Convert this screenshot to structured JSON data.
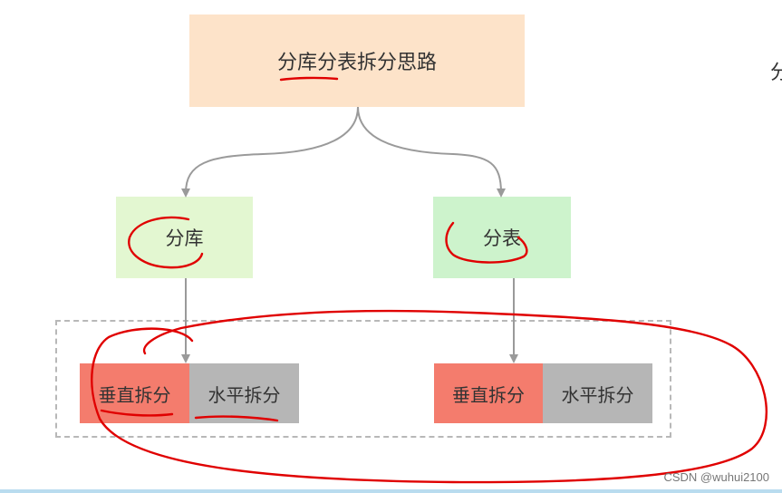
{
  "diagram": {
    "root": {
      "label": "分库分表拆分思路"
    },
    "branches": [
      {
        "label": "分库",
        "children": [
          "垂直拆分",
          "水平拆分"
        ]
      },
      {
        "label": "分表",
        "children": [
          "垂直拆分",
          "水平拆分"
        ]
      }
    ],
    "partial_char": "分"
  },
  "watermark": "CSDN @wuhui2100",
  "colors": {
    "root_fill": "#fde3c9",
    "branch_left_fill": "#e3f7d1",
    "branch_right_fill": "#cdf3cc",
    "vertical_split_fill": "#f47c6d",
    "horizontal_split_fill": "#b6b6b6",
    "connector": "#9a9a9a",
    "annotation_ink": "#e00000"
  }
}
